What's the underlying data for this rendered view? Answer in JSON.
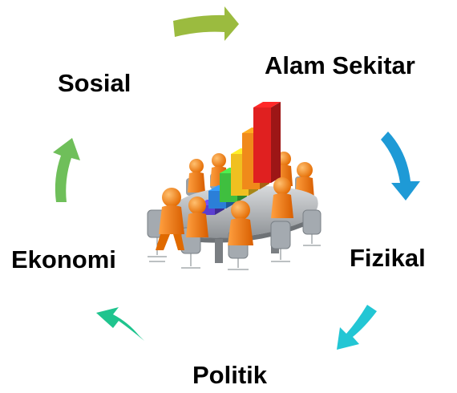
{
  "cycle": {
    "nodes": [
      {
        "id": "sosial",
        "label": "Sosial"
      },
      {
        "id": "alam-sekitar",
        "label": "Alam Sekitar"
      },
      {
        "id": "fizikal",
        "label": "Fizikal"
      },
      {
        "id": "politik",
        "label": "Politik"
      },
      {
        "id": "ekonomi",
        "label": "Ekonomi"
      }
    ],
    "arrow_colors": {
      "sosial_to_alam": "#9bbb3f",
      "alam_to_fizikal": "#1e9ad6",
      "fizikal_to_politik": "#23c6d4",
      "politik_to_ekonomi": "#1fc48e",
      "ekonomi_to_sosial": "#6fbf5a"
    }
  },
  "center_image": {
    "icon": "meeting-table-with-bar-chart-icon",
    "bar_colors": [
      "#5b3fd1",
      "#2b7fd8",
      "#3fbf3f",
      "#f0c020",
      "#f08a1a",
      "#e02020"
    ],
    "figure_color": "#f07a10",
    "chair_color": "#8a9096"
  }
}
